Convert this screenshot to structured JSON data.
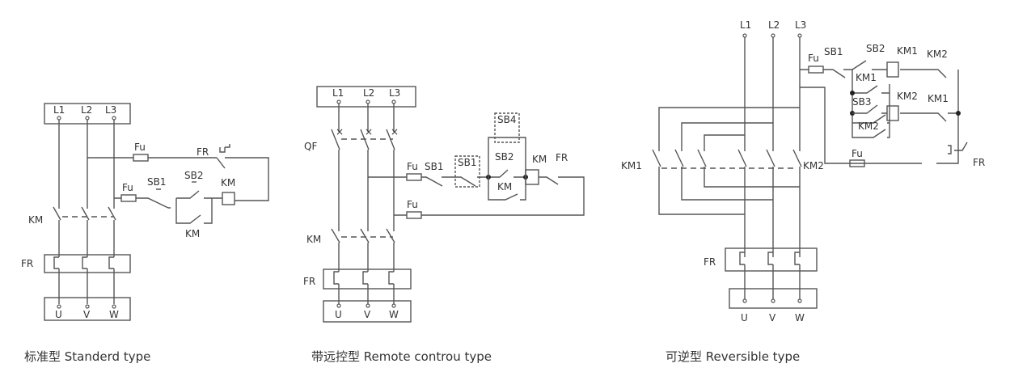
{
  "diagrams": [
    {
      "id": "standard",
      "caption": "标准型 Standerd type",
      "labels": {
        "l1": "L1",
        "l2": "L2",
        "l3": "L3",
        "fu_top": "Fu",
        "fr_ctrl": "FR",
        "fu_ctrl": "Fu",
        "sb1": "SB1",
        "sb2": "SB2",
        "km_coil": "KM",
        "km_main": "KM",
        "km_aux": "KM",
        "fr_main": "FR",
        "u": "U",
        "v": "V",
        "w": "W"
      }
    },
    {
      "id": "remote",
      "caption": "带远控型 Remote controu type",
      "labels": {
        "l1": "L1",
        "l2": "L2",
        "l3": "L3",
        "qf": "QF",
        "fu_ctrl": "Fu",
        "sb1": "SB1",
        "sb1_remote": "SB1",
        "sb4": "SB4",
        "sb2": "SB2",
        "km_aux": "KM",
        "km_coil": "KM",
        "fr_ctrl": "FR",
        "fu_return": "Fu",
        "km_main": "KM",
        "fr_main": "FR",
        "u": "U",
        "v": "V",
        "w": "W"
      }
    },
    {
      "id": "reversible",
      "caption": "可逆型 Reversible type",
      "labels": {
        "l1": "L1",
        "l2": "L2",
        "l3": "L3",
        "fu_ctrl": "Fu",
        "sb1": "SB1",
        "sb2": "SB2",
        "km1_coil": "KM1",
        "km2_nc_top": "KM2",
        "km1_aux": "KM1",
        "sb3": "SB3",
        "km2_coil": "KM2",
        "km1_nc_bottom": "KM1",
        "km2_aux": "KM2",
        "fr_ctrl": "FR",
        "fu_return": "Fu",
        "km1_main": "KM1",
        "km2_main": "KM2",
        "fr_main": "FR",
        "u": "U",
        "v": "V",
        "w": "W"
      }
    }
  ]
}
